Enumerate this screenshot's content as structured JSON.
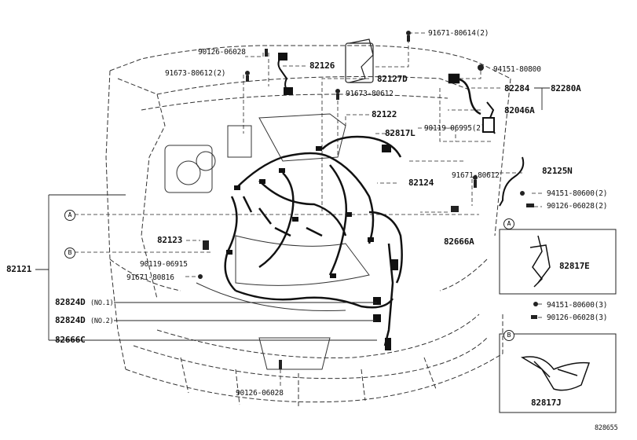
{
  "diagram": {
    "labels": {
      "p91671_80614": "91671-80614(2)",
      "p90126_06028_top": "90126-06028",
      "p82126": "82126",
      "p91673_80612_2": "91673-80612(2)",
      "p82127D": "82127D",
      "p91673_80612": "91673-80612",
      "p94151_80800": "94151-80800",
      "p82284": "82284",
      "p82280A": "82280A",
      "p82046A": "82046A",
      "p82122": "82122",
      "p90119_06995": "90119-06995(2)",
      "p82817L": "82817L",
      "p82125N": "82125N",
      "p91671_80612": "91671-80612",
      "p82124": "82124",
      "p94151_80600_2": "94151-80600(2)",
      "p90126_06028_2": "90126-06028(2)",
      "p82666A": "82666A",
      "p82123": "82123",
      "p90119_06915": "90119-06915",
      "p82121": "82121",
      "p91671_80816": "91671-80816",
      "p82824D_1": "82824D",
      "no1": "(NO.1)",
      "p82824D_2": "82824D",
      "no2": "(NO.2)",
      "p82666C": "82666C",
      "p90126_06028_bot": "90126-06028",
      "p82817E": "82817E",
      "p94151_80600_3": "94151-80600(3)",
      "p90126_06028_3": "90126-06028(3)",
      "p82817J": "82817J",
      "code": "828655"
    },
    "callouts": {
      "a": "A",
      "b": "B"
    }
  }
}
